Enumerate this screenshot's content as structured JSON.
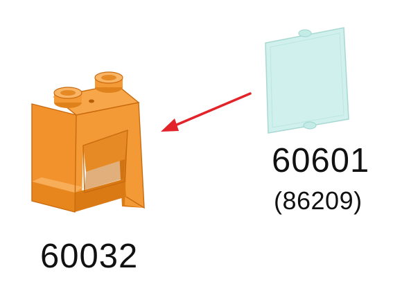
{
  "parts": {
    "frame": {
      "number": "60032",
      "color": "#F5962A",
      "icon": "window-frame-piece"
    },
    "glass": {
      "number": "60601",
      "alternate_number": "(86209)",
      "color": "#CFF0EC",
      "icon": "window-glass-pane"
    }
  },
  "arrow": {
    "color": "#E3232A",
    "direction": "glass-to-frame"
  }
}
